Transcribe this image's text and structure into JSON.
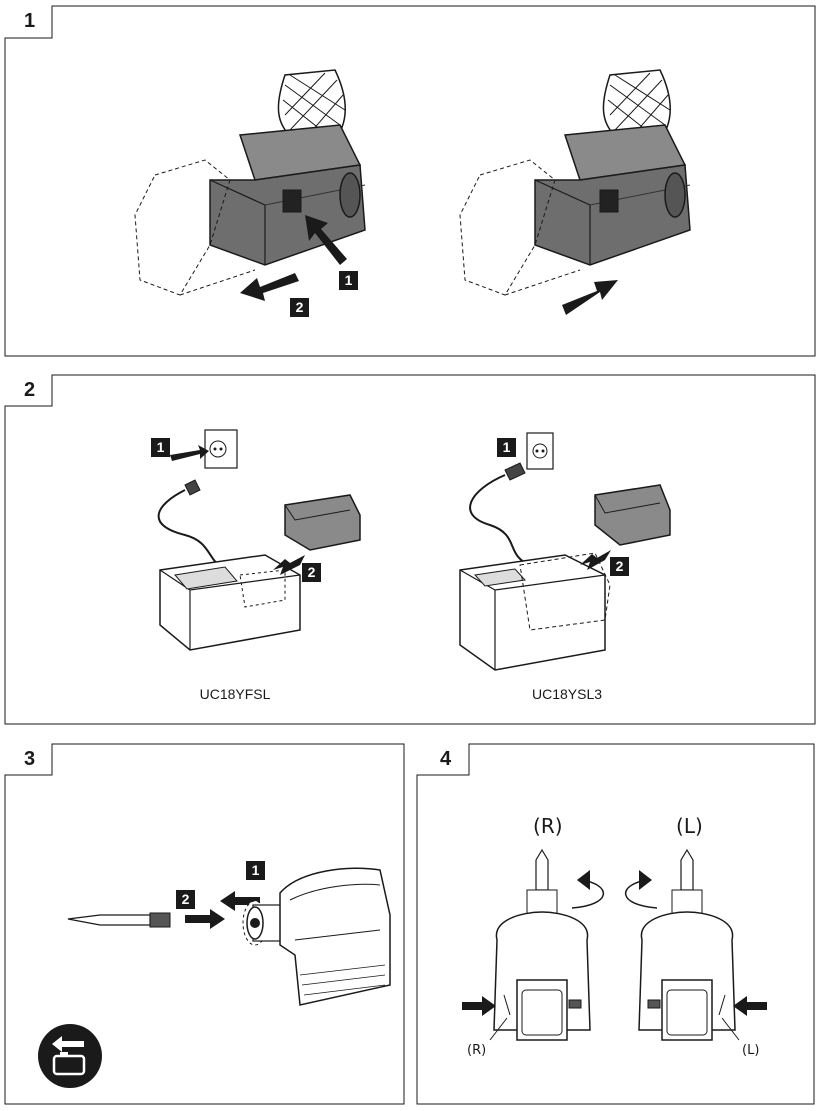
{
  "panels": [
    {
      "number": "1",
      "steps": [
        "1",
        "2"
      ]
    },
    {
      "number": "2",
      "steps": [
        "1",
        "2",
        "1",
        "2"
      ],
      "captions": [
        "UC18YFSL",
        "UC18YSL3"
      ]
    },
    {
      "number": "3",
      "steps": [
        "1",
        "2"
      ]
    },
    {
      "number": "4",
      "labels": {
        "right_top": "R",
        "left_top": "L",
        "right_side": "R",
        "left_side": "L"
      }
    }
  ],
  "icons": [
    "battery-removal-icon",
    "push-arrow-icon",
    "rotate-arrow-icon"
  ],
  "colors": {
    "ink": "#1a1a1a",
    "background": "#ffffff",
    "battery": "#6e6e6e"
  }
}
